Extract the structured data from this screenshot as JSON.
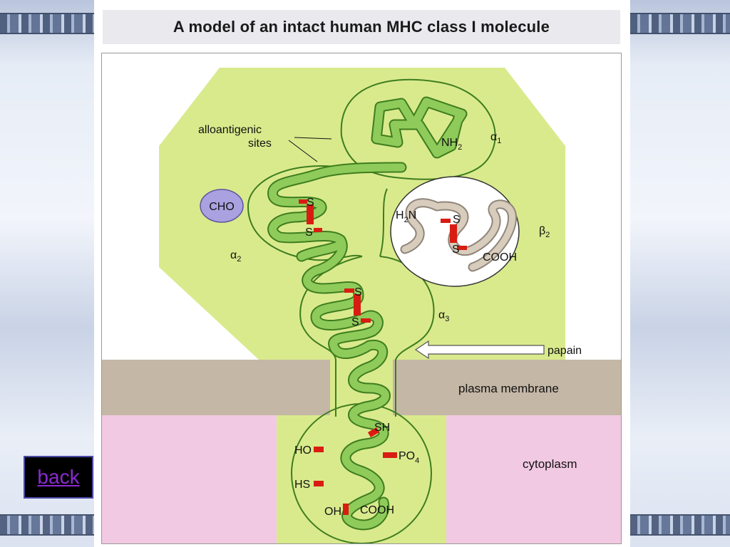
{
  "slide": {
    "title": "A model of an intact human MHC class I molecule",
    "back_label": "back"
  },
  "diagram": {
    "labels": {
      "alloantigenic": "alloantigenic",
      "sites": "sites",
      "nh2": "NH",
      "nh2_sub": "2",
      "alpha1": "α",
      "alpha1_sub": "1",
      "alpha2": "α",
      "alpha2_sub": "2",
      "alpha3": "α",
      "alpha3_sub": "3",
      "beta2": "β",
      "beta2_sub": "2",
      "cho": "CHO",
      "h2n_h": "H",
      "h2n_sub": "2",
      "h2n_n": "N",
      "cooh_beta": "COOH",
      "s": "S",
      "papain": "papain",
      "plasma_membrane": "plasma membrane",
      "cytoplasm": "cytoplasm",
      "sh": "SH",
      "ho": "HO",
      "po4": "PO",
      "po4_sub": "4",
      "hs": "HS",
      "oh": "OH",
      "cooh_tail": "COOH"
    },
    "colors": {
      "extracellular_region": "#d9ea8c",
      "chain_fill": "#8fcb5a",
      "chain_outline": "#3e7d1e",
      "beta2_chain": "#d8cdbd",
      "cho_blob": "#a9a1e0",
      "disulfide": "#d91c12",
      "membrane": "#c4b7a6",
      "cytoplasm": "#f2c9e3"
    }
  }
}
